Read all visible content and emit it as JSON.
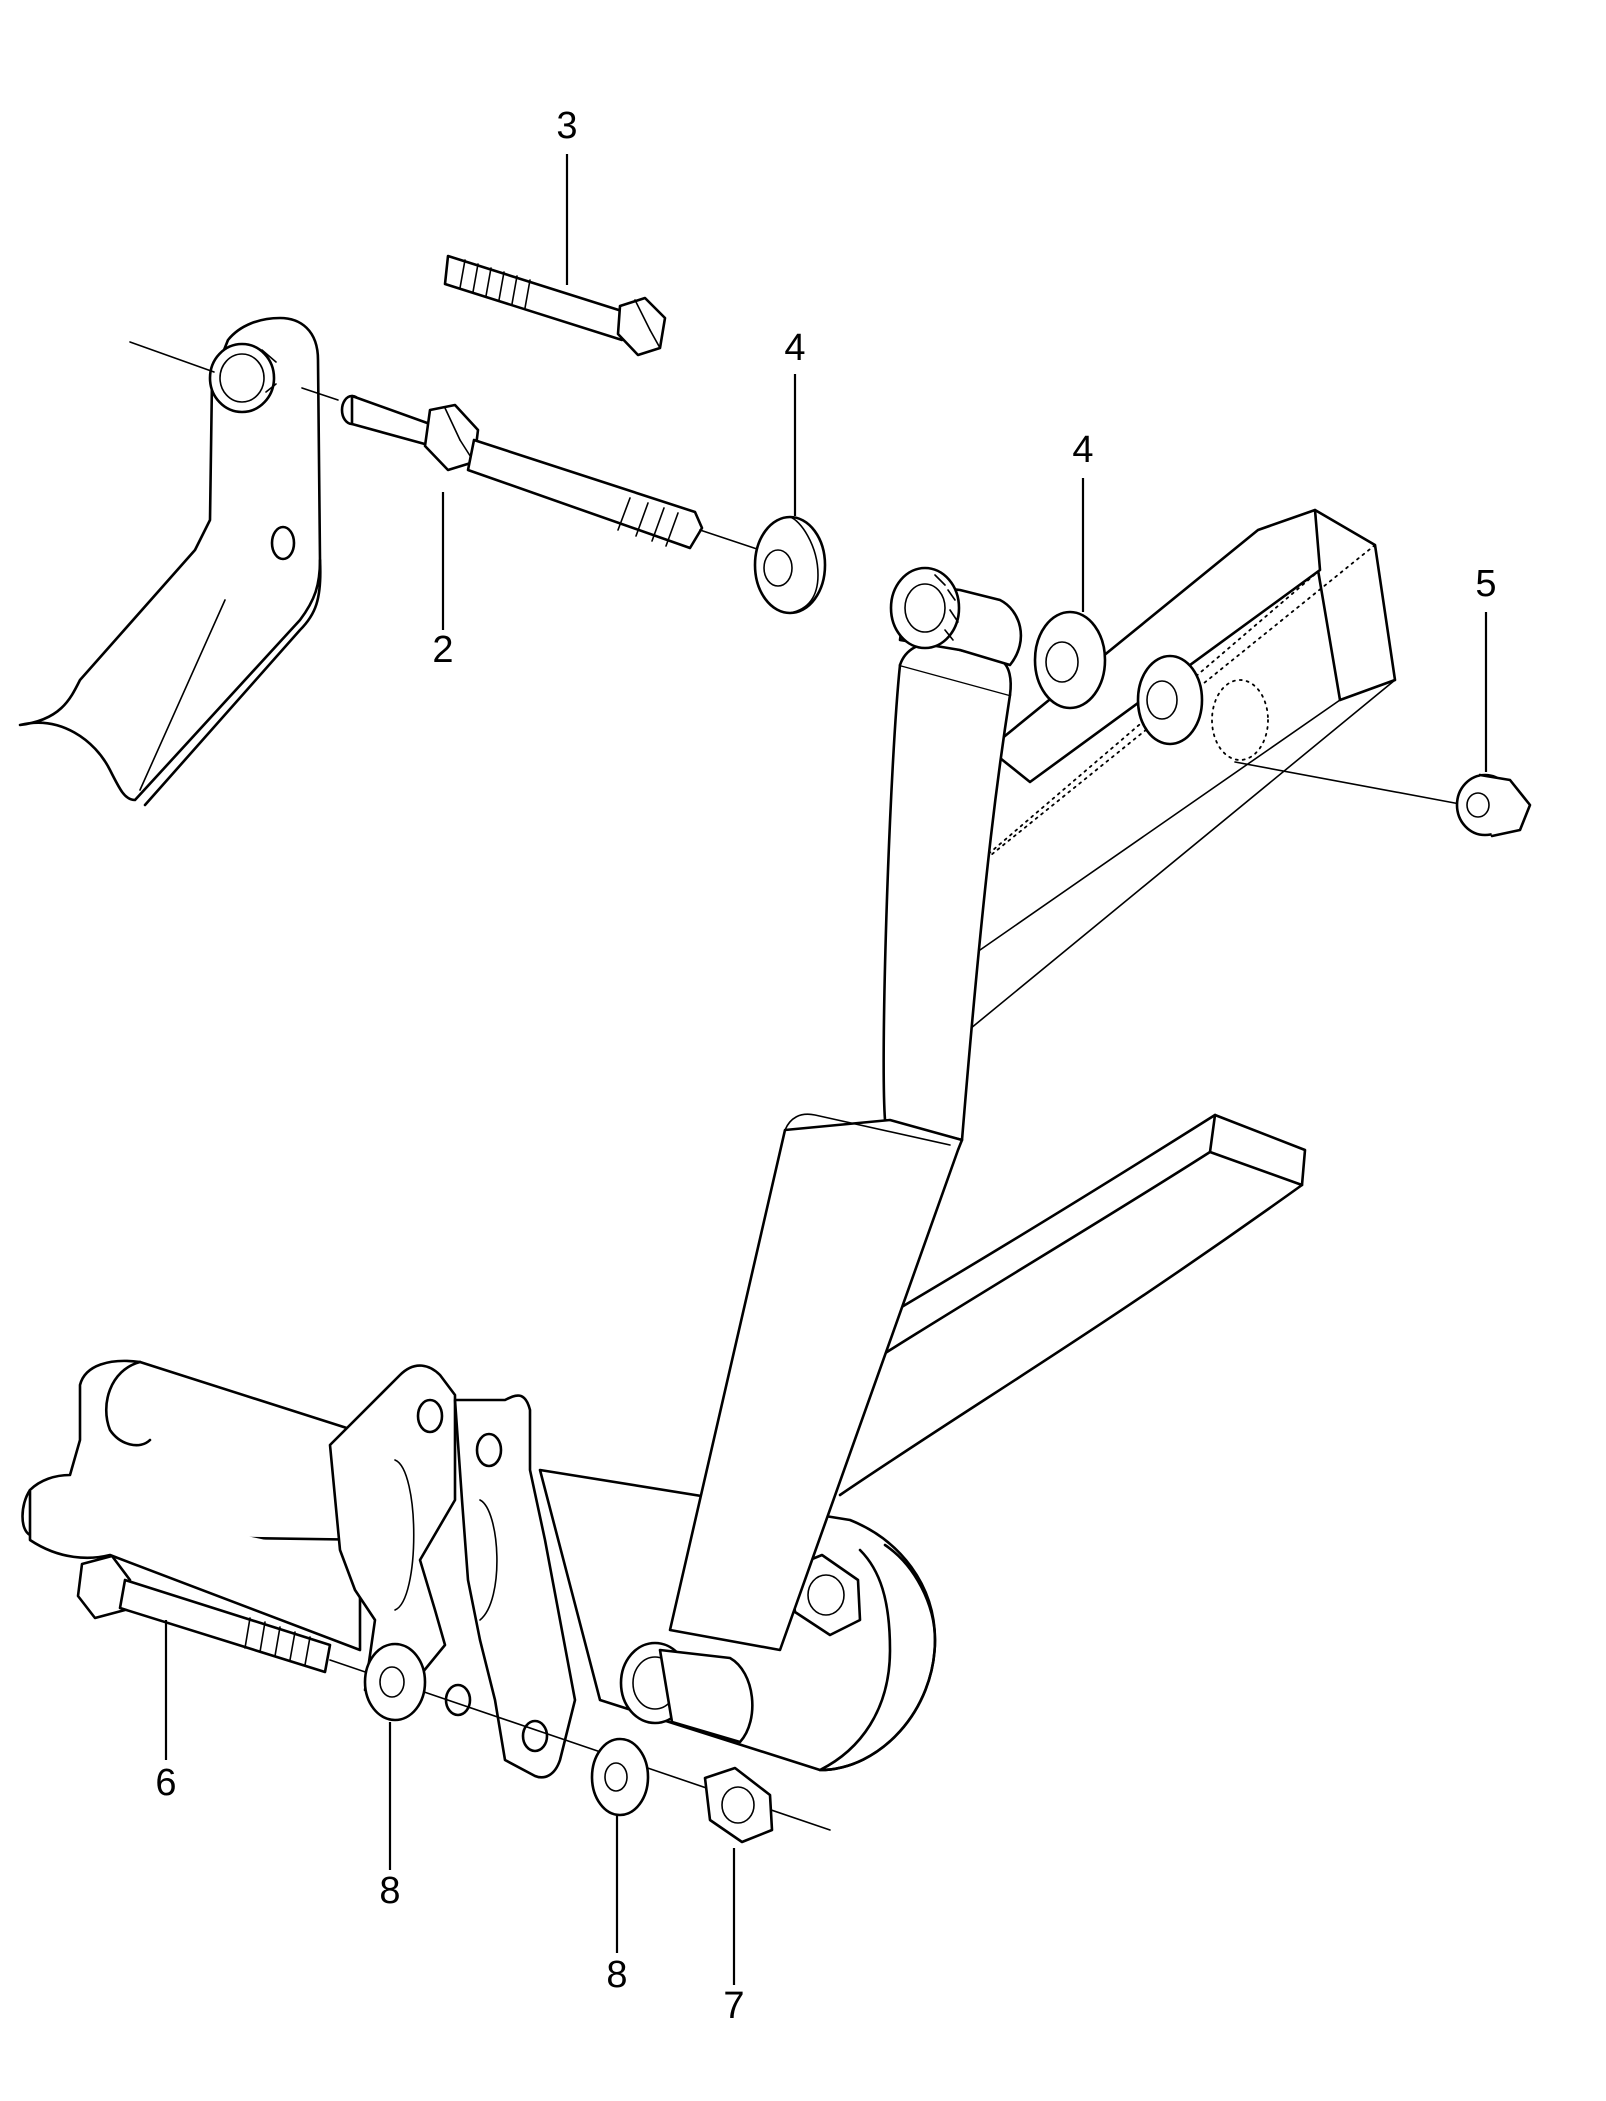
{
  "callouts": [
    {
      "id": "c3",
      "label": "3"
    },
    {
      "id": "c4a",
      "label": "4"
    },
    {
      "id": "c4b",
      "label": "4"
    },
    {
      "id": "c5",
      "label": "5"
    },
    {
      "id": "c2",
      "label": "2"
    },
    {
      "id": "c6",
      "label": "6"
    },
    {
      "id": "c8a",
      "label": "8"
    },
    {
      "id": "c8b",
      "label": "8"
    },
    {
      "id": "c7",
      "label": "7"
    }
  ]
}
